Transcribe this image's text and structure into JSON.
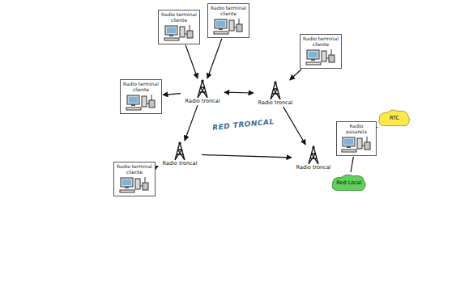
{
  "diagram": {
    "nodes": [
      {
        "text": [
          "RED TRONCAL"
        ]
      },
      {
        "text": [
          "Radio terminal cliente"
        ]
      },
      {
        "text": [
          "Radio terminal cliente"
        ]
      },
      {
        "text": [
          "Radio terminal cliente"
        ]
      },
      {
        "text": [
          "Radio terminal cliente"
        ]
      },
      {
        "text": [
          "Radio terminal cliente"
        ]
      },
      {
        "text": [
          "Radio troncal"
        ],
        "in": 0
      },
      {
        "text": [
          "Radio troncal"
        ],
        "in": 0
      },
      {
        "text": [
          "Radio troncal"
        ],
        "in": 0
      },
      {
        "text": [
          "Radio troncal"
        ],
        "in": 0
      },
      {
        "text": [
          "Radio pasarela"
        ]
      },
      {
        "text": [
          "Red Local"
        ]
      },
      {
        "text": [
          "RTC"
        ]
      }
    ],
    "edges": [
      {
        "from": 1,
        "to": 6,
        "arrow": "to"
      },
      {
        "from": 2,
        "to": 6,
        "arrow": "to"
      },
      {
        "from": 3,
        "to": 7,
        "arrow": "to"
      },
      {
        "from": 6,
        "to": 4,
        "arrow": "to"
      },
      {
        "from": 5,
        "to": 8,
        "arrow": "to"
      },
      {
        "from": 6,
        "to": 7,
        "arrow": "both"
      },
      {
        "from": 6,
        "to": 8,
        "arrow": "to"
      },
      {
        "from": 8,
        "to": 9,
        "arrow": "to"
      },
      {
        "from": 7,
        "to": 9,
        "arrow": "to"
      },
      {
        "from": 9,
        "to": 10,
        "arrow": "none"
      },
      {
        "from": 10,
        "to": 11,
        "arrow": "none"
      },
      {
        "from": 10,
        "to": 12,
        "arrow": "none"
      }
    ]
  }
}
